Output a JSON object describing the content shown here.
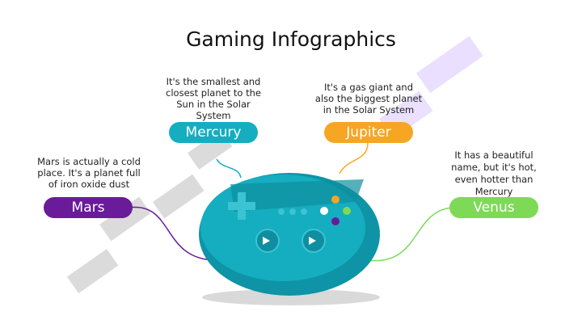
{
  "title": "Gaming Infographics",
  "items": [
    {
      "label": "Mercury",
      "description": "It's the smallest and closest planet to the Sun in the Solar System",
      "color": "#14aec0"
    },
    {
      "label": "Jupiter",
      "description": "It's a gas giant and also the biggest planet in the Solar System",
      "color": "#f6a623"
    },
    {
      "label": "Mars",
      "description": "Mars is actually a cold place. It's a planet full of iron oxide dust",
      "color": "#6a1b9a"
    },
    {
      "label": "Venus",
      "description": "It has a beautiful name, but it's hot, even hotter than Mercury",
      "color": "#7ed957"
    }
  ]
}
